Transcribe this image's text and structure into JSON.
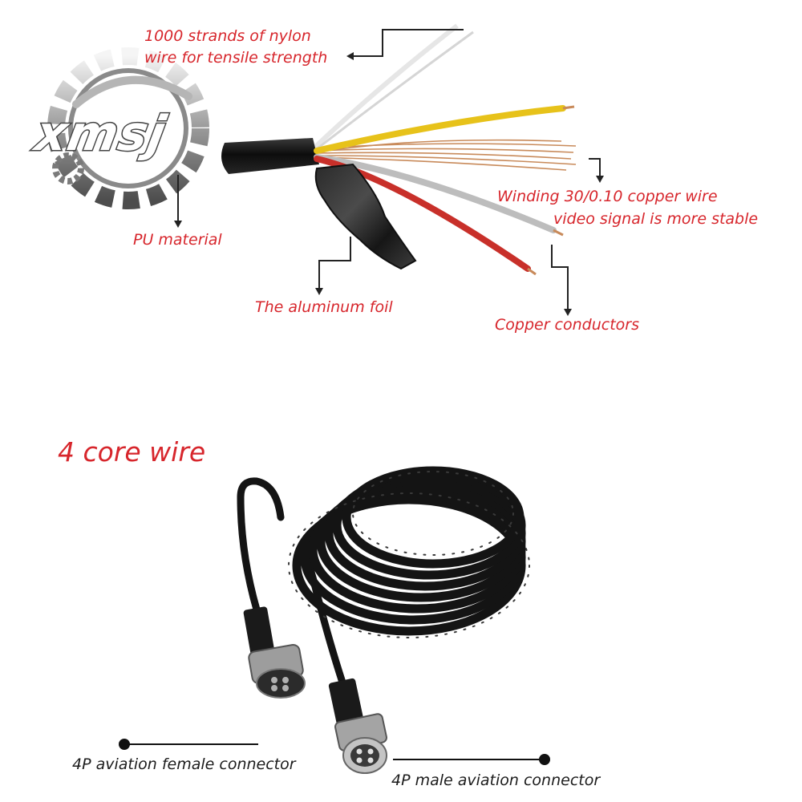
{
  "logo": {
    "text": "xmsj"
  },
  "labels": {
    "nylon_line1": "1000 strands of nylon",
    "nylon_line2": "wire for tensile strength",
    "pu": "PU material",
    "winding_line1": "Winding 30/0.10 copper wire",
    "winding_line2": "video signal is more stable",
    "foil": "The aluminum foil",
    "copper": "Copper conductors"
  },
  "product": {
    "title": "4 core wire",
    "female_connector": "4P aviation female connector",
    "male_connector": "4P male aviation connector"
  },
  "colors": {
    "label_red": "#d7262c",
    "wire_yellow": "#e7c21a",
    "wire_red": "#c8302a",
    "wire_white": "#d9d9d9",
    "copper": "#c88a5a",
    "cable_black": "#141414"
  }
}
